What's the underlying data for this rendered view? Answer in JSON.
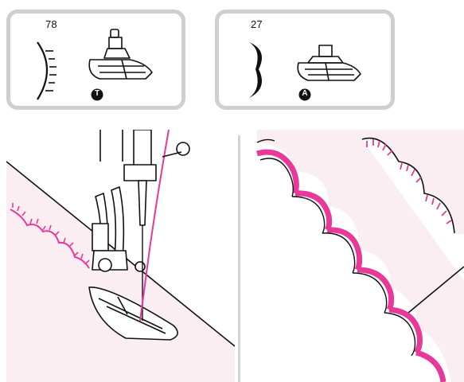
{
  "cards": [
    {
      "stitch_number": "78",
      "foot_letter": "T"
    },
    {
      "stitch_number": "27",
      "foot_letter": "A"
    }
  ],
  "colors": {
    "thread": "#e8389a",
    "fabric": "#fbeef3",
    "outline": "#111111",
    "card_border": "#cfcfcf"
  }
}
